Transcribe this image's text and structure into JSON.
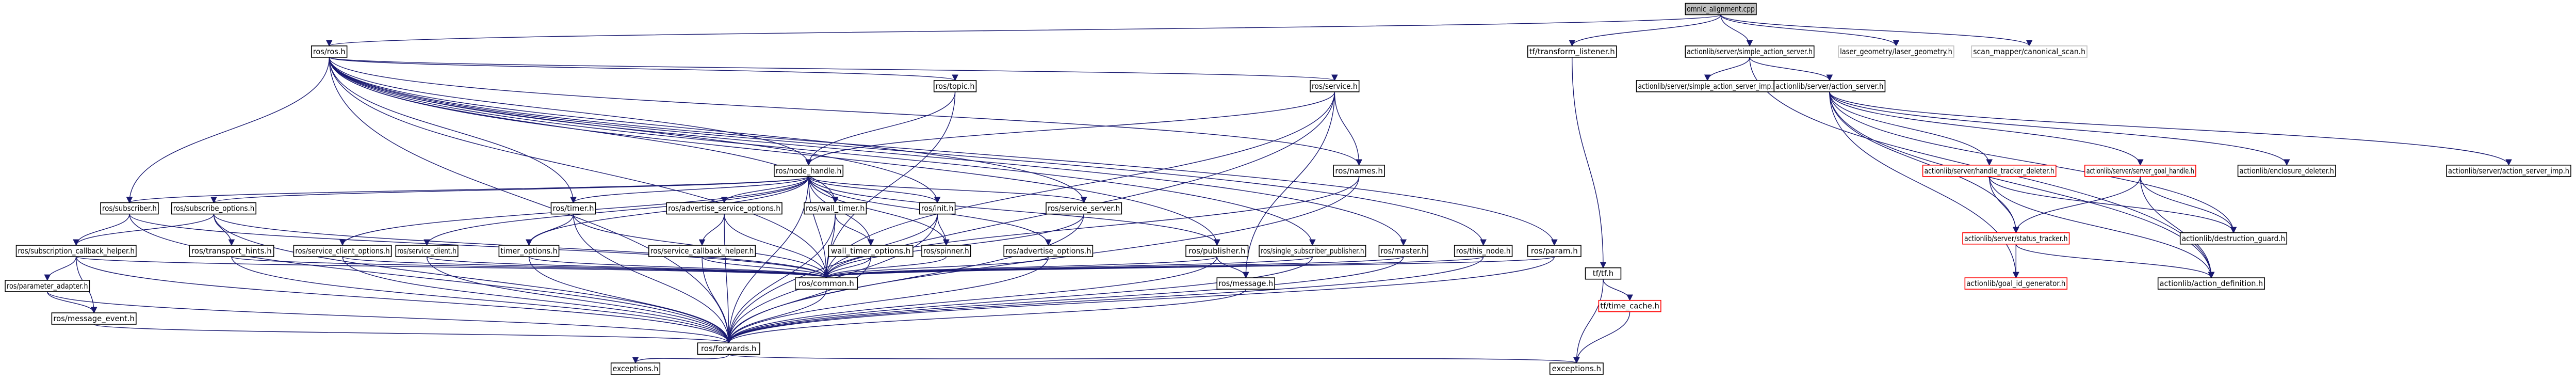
{
  "colors": {
    "edge": "#191970",
    "node_border": "#000000",
    "node_border_missing": "#bfbfbf",
    "node_border_red": "#ff0000",
    "root_fill": "#bfbfbf",
    "node_fill": "#ffffff",
    "text": "#000000"
  },
  "nodes": [
    {
      "id": "root",
      "label": "omnic_alignment.cpp",
      "kind": "root"
    },
    {
      "id": "ros_ros",
      "label": "ros/ros.h"
    },
    {
      "id": "tf_tl",
      "label": "tf/transform_listener.h"
    },
    {
      "id": "sas",
      "label": "actionlib/server/simple_action_server.h"
    },
    {
      "id": "laser",
      "label": "laser_geometry/laser_geometry.h",
      "kind": "missing"
    },
    {
      "id": "scan",
      "label": "scan_mapper/canonical_scan.h",
      "kind": "missing"
    },
    {
      "id": "topic",
      "label": "ros/topic.h"
    },
    {
      "id": "service",
      "label": "ros/service.h"
    },
    {
      "id": "sas_imp",
      "label": "actionlib/server/simple_action_server_imp.h"
    },
    {
      "id": "as_server",
      "label": "actionlib/server/action_server.h"
    },
    {
      "id": "nh",
      "label": "ros/node_handle.h"
    },
    {
      "id": "names",
      "label": "ros/names.h"
    },
    {
      "id": "htd",
      "label": "actionlib/server/handle_tracker_deleter.h",
      "kind": "red"
    },
    {
      "id": "sgh",
      "label": "actionlib/server/server_goal_handle.h",
      "kind": "red"
    },
    {
      "id": "ecd",
      "label": "actionlib/enclosure_deleter.h"
    },
    {
      "id": "asi",
      "label": "actionlib/server/action_server_imp.h"
    },
    {
      "id": "sub",
      "label": "ros/subscriber.h"
    },
    {
      "id": "sub_opt",
      "label": "ros/subscribe_options.h"
    },
    {
      "id": "timer",
      "label": "ros/timer.h"
    },
    {
      "id": "adv_srv",
      "label": "ros/advertise_service_options.h"
    },
    {
      "id": "wall",
      "label": "ros/wall_timer.h"
    },
    {
      "id": "init",
      "label": "ros/init.h"
    },
    {
      "id": "srv_server",
      "label": "ros/service_server.h"
    },
    {
      "id": "st",
      "label": "actionlib/server/status_tracker.h",
      "kind": "red"
    },
    {
      "id": "dg",
      "label": "actionlib/destruction_guard.h"
    },
    {
      "id": "sch",
      "label": "ros/subscription_callback_helper.h"
    },
    {
      "id": "th",
      "label": "ros/transport_hints.h"
    },
    {
      "id": "sco",
      "label": "ros/service_client_options.h"
    },
    {
      "id": "sc",
      "label": "ros/service_client.h"
    },
    {
      "id": "to",
      "label": "timer_options.h"
    },
    {
      "id": "scbh",
      "label": "ros/service_callback_helper.h"
    },
    {
      "id": "wto",
      "label": "wall_timer_options.h"
    },
    {
      "id": "spinner",
      "label": "ros/spinner.h"
    },
    {
      "id": "ao",
      "label": "ros/advertise_options.h"
    },
    {
      "id": "pub",
      "label": "ros/publisher.h"
    },
    {
      "id": "ssp",
      "label": "ros/single_subscriber_publisher.h"
    },
    {
      "id": "master",
      "label": "ros/master.h"
    },
    {
      "id": "this_node",
      "label": "ros/this_node.h"
    },
    {
      "id": "param",
      "label": "ros/param.h"
    },
    {
      "id": "gig",
      "label": "actionlib/goal_id_generator.h",
      "kind": "red"
    },
    {
      "id": "adef",
      "label": "actionlib/action_definition.h"
    },
    {
      "id": "pa",
      "label": "ros/parameter_adapter.h"
    },
    {
      "id": "common",
      "label": "ros/common.h"
    },
    {
      "id": "msg",
      "label": "ros/message.h"
    },
    {
      "id": "me",
      "label": "ros/message_event.h"
    },
    {
      "id": "tf_tf",
      "label": "tf/tf.h"
    },
    {
      "id": "tcache",
      "label": "tf/time_cache.h",
      "kind": "red"
    },
    {
      "id": "fwd",
      "label": "ros/forwards.h"
    },
    {
      "id": "exc_ros",
      "label": "exceptions.h"
    },
    {
      "id": "exc_tf",
      "label": "exceptions.h"
    }
  ],
  "edges": [
    [
      "root",
      "ros_ros"
    ],
    [
      "root",
      "tf_tl"
    ],
    [
      "root",
      "sas"
    ],
    [
      "root",
      "laser"
    ],
    [
      "root",
      "scan"
    ],
    [
      "ros_ros",
      "topic"
    ],
    [
      "ros_ros",
      "service"
    ],
    [
      "ros_ros",
      "nh"
    ],
    [
      "ros_ros",
      "names"
    ],
    [
      "ros_ros",
      "sub"
    ],
    [
      "ros_ros",
      "timer"
    ],
    [
      "ros_ros",
      "wall"
    ],
    [
      "ros_ros",
      "init"
    ],
    [
      "ros_ros",
      "srv_server"
    ],
    [
      "ros_ros",
      "pub"
    ],
    [
      "ros_ros",
      "ssp"
    ],
    [
      "ros_ros",
      "master"
    ],
    [
      "ros_ros",
      "this_node"
    ],
    [
      "ros_ros",
      "param"
    ],
    [
      "ros_ros",
      "common"
    ],
    [
      "ros_ros",
      "fwd"
    ],
    [
      "topic",
      "nh"
    ],
    [
      "topic",
      "common"
    ],
    [
      "service",
      "nh"
    ],
    [
      "service",
      "names"
    ],
    [
      "service",
      "common"
    ],
    [
      "service",
      "fwd"
    ],
    [
      "service",
      "msg"
    ],
    [
      "nh",
      "sub"
    ],
    [
      "nh",
      "sub_opt"
    ],
    [
      "nh",
      "timer"
    ],
    [
      "nh",
      "adv_srv"
    ],
    [
      "nh",
      "wall"
    ],
    [
      "nh",
      "init"
    ],
    [
      "nh",
      "srv_server"
    ],
    [
      "nh",
      "sco"
    ],
    [
      "nh",
      "sc"
    ],
    [
      "nh",
      "to"
    ],
    [
      "nh",
      "wto"
    ],
    [
      "nh",
      "spinner"
    ],
    [
      "nh",
      "ao"
    ],
    [
      "nh",
      "pub"
    ],
    [
      "nh",
      "common"
    ],
    [
      "nh",
      "fwd"
    ],
    [
      "names",
      "common"
    ],
    [
      "names",
      "fwd"
    ],
    [
      "sub",
      "sch"
    ],
    [
      "sub",
      "common"
    ],
    [
      "sub",
      "fwd"
    ],
    [
      "sub_opt",
      "sch"
    ],
    [
      "sub_opt",
      "th"
    ],
    [
      "sub_opt",
      "common"
    ],
    [
      "sub_opt",
      "fwd"
    ],
    [
      "timer",
      "to"
    ],
    [
      "timer",
      "common"
    ],
    [
      "timer",
      "fwd"
    ],
    [
      "adv_srv",
      "scbh"
    ],
    [
      "adv_srv",
      "common"
    ],
    [
      "adv_srv",
      "fwd"
    ],
    [
      "wall",
      "wto"
    ],
    [
      "wall",
      "common"
    ],
    [
      "wall",
      "fwd"
    ],
    [
      "init",
      "spinner"
    ],
    [
      "init",
      "common"
    ],
    [
      "init",
      "fwd"
    ],
    [
      "srv_server",
      "common"
    ],
    [
      "srv_server",
      "fwd"
    ],
    [
      "sch",
      "pa"
    ],
    [
      "sch",
      "me"
    ],
    [
      "sch",
      "common"
    ],
    [
      "sch",
      "fwd"
    ],
    [
      "th",
      "common"
    ],
    [
      "th",
      "fwd"
    ],
    [
      "sco",
      "common"
    ],
    [
      "sco",
      "fwd"
    ],
    [
      "sc",
      "common"
    ],
    [
      "sc",
      "fwd"
    ],
    [
      "to",
      "common"
    ],
    [
      "to",
      "fwd"
    ],
    [
      "scbh",
      "common"
    ],
    [
      "scbh",
      "fwd"
    ],
    [
      "wto",
      "common"
    ],
    [
      "wto",
      "fwd"
    ],
    [
      "spinner",
      "common"
    ],
    [
      "ao",
      "common"
    ],
    [
      "ao",
      "fwd"
    ],
    [
      "pub",
      "common"
    ],
    [
      "pub",
      "msg"
    ],
    [
      "pub",
      "fwd"
    ],
    [
      "ssp",
      "common"
    ],
    [
      "ssp",
      "fwd"
    ],
    [
      "master",
      "common"
    ],
    [
      "master",
      "fwd"
    ],
    [
      "this_node",
      "common"
    ],
    [
      "this_node",
      "fwd"
    ],
    [
      "param",
      "common"
    ],
    [
      "param",
      "fwd"
    ],
    [
      "pa",
      "me"
    ],
    [
      "pa",
      "fwd"
    ],
    [
      "me",
      "fwd"
    ],
    [
      "common",
      "fwd"
    ],
    [
      "msg",
      "fwd"
    ],
    [
      "fwd",
      "exc_ros"
    ],
    [
      "fwd",
      "exc_tf"
    ],
    [
      "tf_tl",
      "tf_tf"
    ],
    [
      "tf_tf",
      "tcache"
    ],
    [
      "tf_tf",
      "exc_tf"
    ],
    [
      "tcache",
      "exc_tf"
    ],
    [
      "sas",
      "sas_imp"
    ],
    [
      "sas",
      "as_server"
    ],
    [
      "sas",
      "adef"
    ],
    [
      "as_server",
      "htd"
    ],
    [
      "as_server",
      "sgh"
    ],
    [
      "as_server",
      "ecd"
    ],
    [
      "as_server",
      "asi"
    ],
    [
      "as_server",
      "st"
    ],
    [
      "as_server",
      "dg"
    ],
    [
      "as_server",
      "gig"
    ],
    [
      "as_server",
      "adef"
    ],
    [
      "htd",
      "st"
    ],
    [
      "htd",
      "dg"
    ],
    [
      "htd",
      "adef"
    ],
    [
      "sgh",
      "st"
    ],
    [
      "sgh",
      "dg"
    ],
    [
      "sgh",
      "adef"
    ],
    [
      "st",
      "gig"
    ],
    [
      "st",
      "adef"
    ]
  ]
}
